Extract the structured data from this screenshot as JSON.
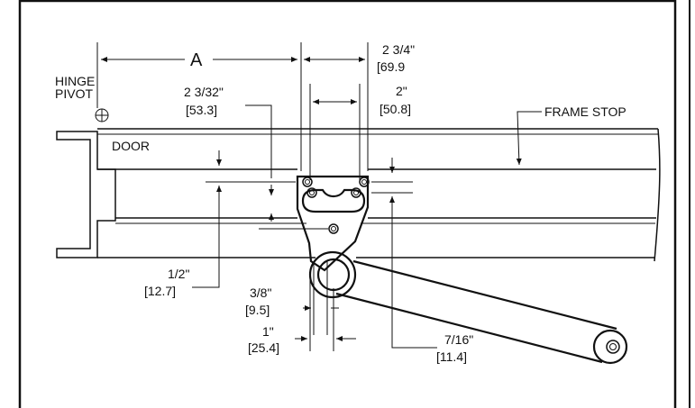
{
  "labels": {
    "dim_a": "A",
    "hinge_line1": "HINGE",
    "hinge_line2": "PIVOT",
    "door": "DOOR",
    "frame_stop": "FRAME STOP"
  },
  "dimensions": {
    "width_2_3_4_in": "2 3/4\"",
    "width_2_3_4_mm": "[69.9",
    "width_2_in": "2\"",
    "width_2_mm": "[50.8]",
    "depth_2_3_32_in": "2 3/32\"",
    "depth_2_3_32_mm": "[53.3]",
    "depth_1_2_in": "1/2\"",
    "depth_1_2_mm": "[12.7]",
    "offset_3_8_in": "3/8\"",
    "offset_3_8_mm": "[9.5]",
    "offset_1_in": "1\"",
    "offset_1_mm": "[25.4]",
    "offset_7_16_in": "7/16\"",
    "offset_7_16_mm": "[11.4]"
  }
}
